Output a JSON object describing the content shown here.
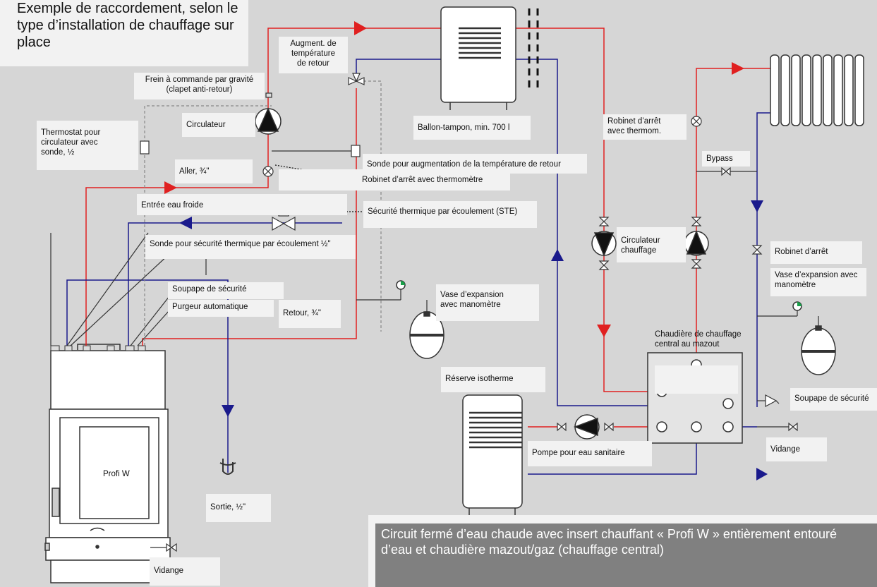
{
  "title": "Exemple de raccordement, selon le type d’installation de chauffage sur place",
  "footer_caption": "Circuit fermé d’eau chaude avec insert chauffant « Profi W » entièrement entouré d’eau et chaudière mazout/gaz (chauffage central)",
  "colors": {
    "supply": "#e02020",
    "return": "#1a1a8c",
    "pipe": "#333333",
    "label_bg": "#f2f2f2",
    "footer_bg": "#808080"
  },
  "labels": {
    "augment_temp": "Augment. de\ntempérature\nde retour",
    "frein": "Frein à commande par gravité\n(clapet anti-retour)",
    "circulateur": "Circulateur",
    "thermostat": "Thermostat pour\ncirculateur avec\nsonde, ½",
    "aller": "Aller, ¾\"",
    "entree_eau": "Entrée eau froide",
    "sonde_ste": "Sonde pour sécurité thermique par écoulement ½\"",
    "soupape_left": "Soupape de sécurité",
    "purgeur": "Purgeur  automatique",
    "retour": "Retour, ¾\"",
    "ballon": "Ballon-tampon, min. 700 l",
    "sonde_retour": "Sonde pour augmentation de la température de retour",
    "robinet_thermo": "Robinet d’arrêt avec thermomètre",
    "ste": "Sécurité thermique par écoulement (STE)",
    "vase_left": "Vase d’expansion\navec manomètre",
    "profi_w": "Profi W",
    "sortie": "Sortie, ½\"",
    "vidange_left": "Vidange",
    "robinet_thermom": "Robinet d’arrêt\navec thermom.",
    "bypass": "Bypass",
    "circulateur_chauffage": "Circulateur\nchauffage",
    "robinet_arret": "Robinet d’arrêt",
    "vase_right": "Vase d’expansion avec\nmanomètre",
    "chaudiere": "Chaudière de chauffage\ncentral au mazout",
    "reserve": "Réserve isotherme",
    "soupape_right": "Soupape de sécurité",
    "pompe_sanitaire": "Pompe pour eau sanitaire",
    "vidange_right": "Vidange"
  }
}
